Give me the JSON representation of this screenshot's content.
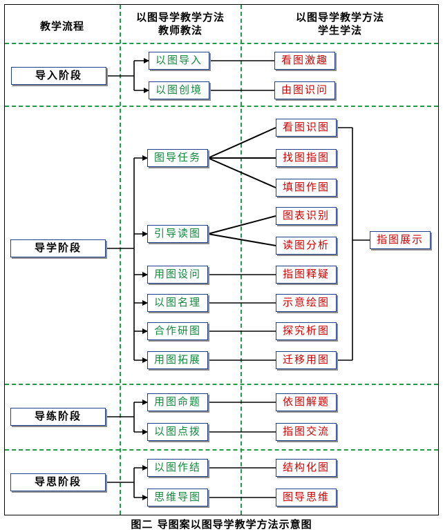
{
  "headers": {
    "col1": "教学流程",
    "col2": "以图导学教学方法\n教师教法",
    "col3": "以图导学教学方法\n学生学法"
  },
  "stages": {
    "intro": "导入阶段",
    "study": "导学阶段",
    "practice": "导练阶段",
    "reflect": "导思阶段"
  },
  "teacher": {
    "t1": "以图导入",
    "t2": "以图创境",
    "t3": "图导任务",
    "t4": "引导读图",
    "t5": "用图设问",
    "t6": "以图名理",
    "t7": "合作研图",
    "t8": "用图拓展",
    "t9": "用图命题",
    "t10": "以图点拨",
    "t11": "以图作结",
    "t12": "思维导图"
  },
  "student": {
    "s1": "看图激趣",
    "s2": "由图识问",
    "s3": "看图识图",
    "s4": "找图指图",
    "s5": "填图作图",
    "s6": "图表识别",
    "s7": "读图分析",
    "s8": "指图释疑",
    "s9": "示意绘图",
    "s10": "探究析图",
    "s11": "迁移用图",
    "s12": "依图解题",
    "s13": "指图交流",
    "s14": "结构化图",
    "s15": "图导思维",
    "summary": "指图展示"
  },
  "caption": "图二  导图案以图导学教学方法示意图"
}
